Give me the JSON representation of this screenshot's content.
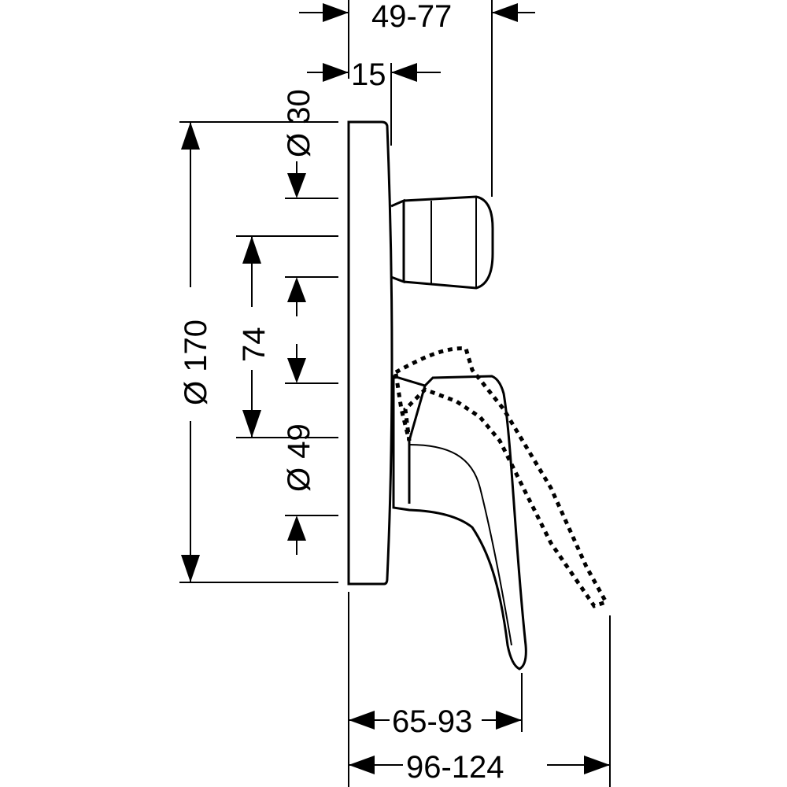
{
  "dimensions": {
    "top_depth": "49-77",
    "plate_depth": "15",
    "diverter_diameter": "Ø 30",
    "plate_diameter": "Ø 170",
    "spacing": "74",
    "handle_diameter": "Ø 49",
    "lever_depth": "65-93",
    "lever_full_depth": "96-124"
  }
}
